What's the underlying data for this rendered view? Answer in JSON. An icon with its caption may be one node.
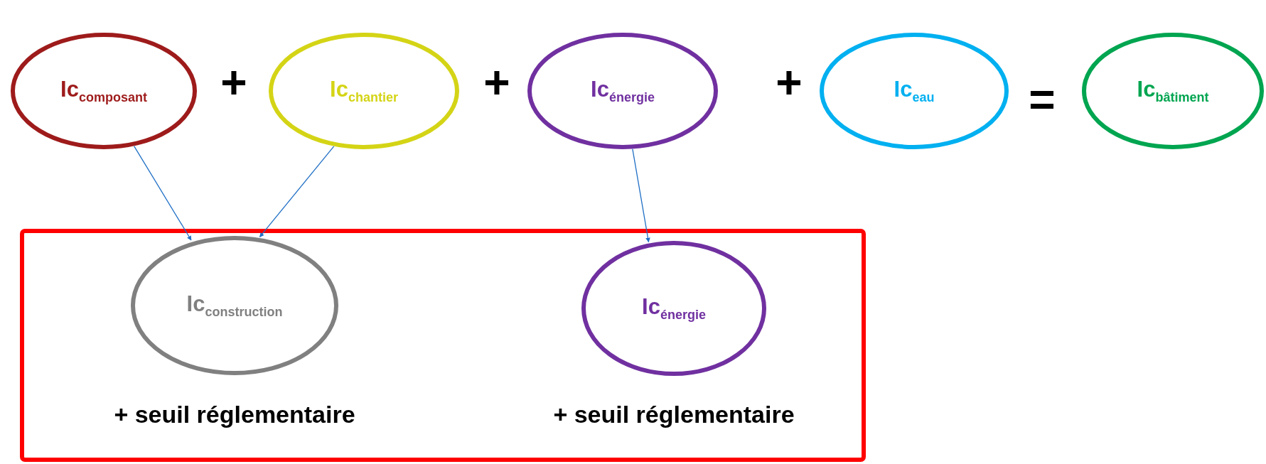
{
  "diagram": {
    "nodes": [
      {
        "text": [
          "Ic$_{composant}$"
        ]
      },
      {
        "text": [
          "Ic$_{chantier}$"
        ]
      },
      {
        "text": [
          "Ic$_{énergie}$"
        ]
      },
      {
        "text": [
          "Ic$_{eau}$"
        ]
      },
      {
        "text": [
          "Ic$_{bâtiment}$"
        ]
      },
      {
        "text": [],
        "shape": "box"
      },
      {
        "text": [
          "Ic$_{construction}$"
        ],
        "in": 5,
        "beside": [
          "+ seuil réglementaire"
        ]
      },
      {
        "text": [
          "Ic$_{énergie}$"
        ],
        "in": 5,
        "beside": [
          "+ seuil réglementaire"
        ]
      }
    ],
    "edges": [
      {
        "from": 0,
        "to": 6,
        "arrow": "to"
      },
      {
        "from": 1,
        "to": 6,
        "arrow": "to"
      },
      {
        "from": 2,
        "to": 7,
        "arrow": "to"
      }
    ],
    "labels": [
      "+",
      "+",
      "+",
      "="
    ]
  }
}
